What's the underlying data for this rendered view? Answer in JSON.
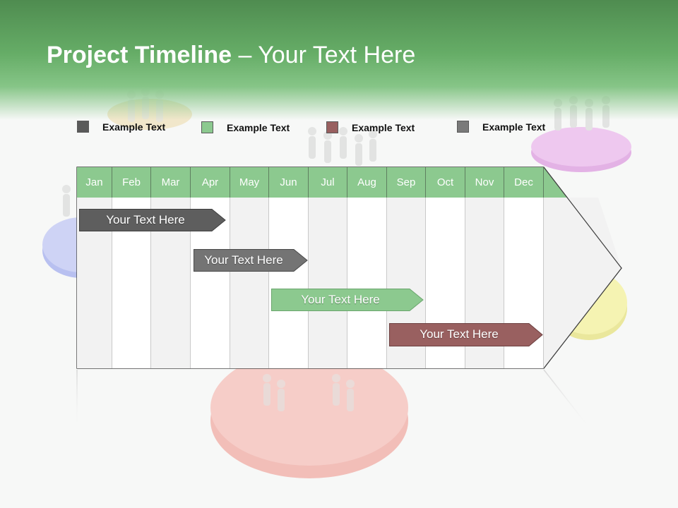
{
  "slide": {
    "title_bold": "Project Timeline",
    "title_rest": " – Your Text Here"
  },
  "legend": [
    {
      "label": "Example Text",
      "color": "#5a5a5a"
    },
    {
      "label": "Example Text",
      "color": "#8cc98f"
    },
    {
      "label": "Example Text",
      "color": "#996060"
    },
    {
      "label": "Example Text",
      "color": "#7a7a7a"
    }
  ],
  "timeline": {
    "months": [
      "Jan",
      "Feb",
      "Mar",
      "Apr",
      "May",
      "Jun",
      "Jul",
      "Aug",
      "Sep",
      "Oct",
      "Nov",
      "Dec"
    ],
    "header_color": "#8cc98f",
    "bars": [
      {
        "label": "Your  Text Here",
        "color": "#5e5e5e"
      },
      {
        "label": "Your  Text Here",
        "color": "#747474"
      },
      {
        "label": "Your  Text Here",
        "color": "#8cc98f"
      },
      {
        "label": "Your  Text Here",
        "color": "#996060"
      }
    ]
  }
}
